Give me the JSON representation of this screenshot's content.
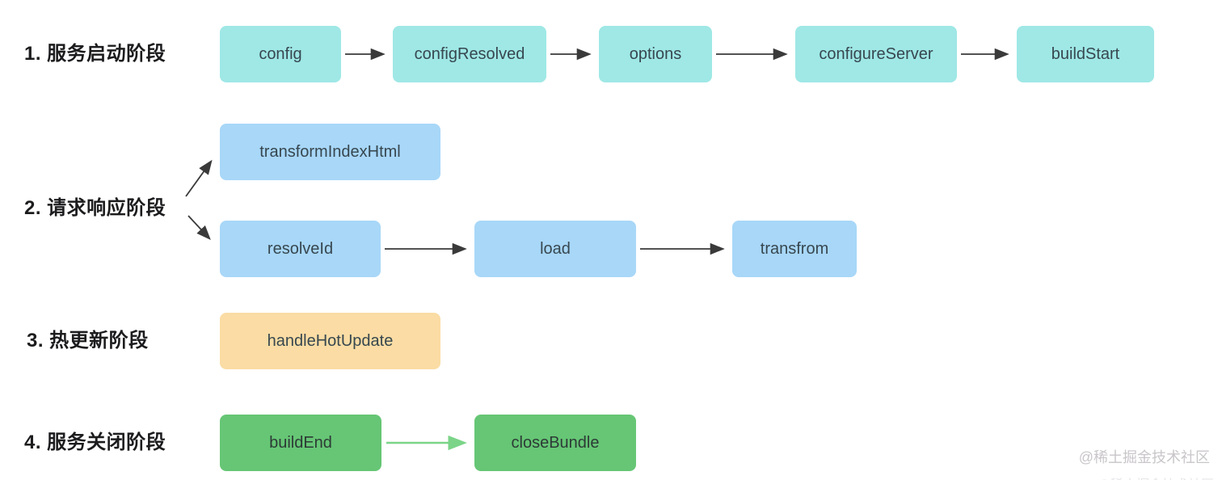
{
  "diagram": {
    "type": "flow-diagram",
    "subject": "Vite plugin hook lifecycle phases",
    "colors": {
      "stage1_node_fill": "#9FE8E6",
      "stage2_node_fill": "#A8D7F8",
      "stage3_node_fill": "#FADCA4",
      "stage4_node_fill": "#66C675",
      "arrow": "#3A3A3A",
      "green_arrow": "#7BD488",
      "node_text": "#37474F",
      "stage_label_text": "#1C1C1E",
      "watermark_text": "#C9C6C9"
    },
    "stages": [
      {
        "label": "1. 服务启动阶段",
        "nodes": [
          {
            "label": "config"
          },
          {
            "label": "configResolved"
          },
          {
            "label": "options"
          },
          {
            "label": "configureServer"
          },
          {
            "label": "buildStart"
          }
        ],
        "flow": "config -> configResolved -> options -> configureServer -> buildStart"
      },
      {
        "label": "2. 请求响应阶段",
        "nodes": [
          {
            "label": "transformIndexHtml"
          },
          {
            "label": "resolveId"
          },
          {
            "label": "load"
          },
          {
            "label": "transfrom"
          }
        ],
        "flow": "label branches to transformIndexHtml and to resolveId; resolveId -> load -> transfrom"
      },
      {
        "label": "3. 热更新阶段",
        "nodes": [
          {
            "label": "handleHotUpdate"
          }
        ],
        "flow": "handleHotUpdate"
      },
      {
        "label": "4. 服务关闭阶段",
        "nodes": [
          {
            "label": "buildEnd"
          },
          {
            "label": "closeBundle"
          }
        ],
        "flow": "buildEnd -> closeBundle (green arrow)"
      }
    ]
  },
  "watermark": {
    "text": "@稀土掘金技术社区",
    "partial_text": "@稀土掘金技术社区"
  }
}
